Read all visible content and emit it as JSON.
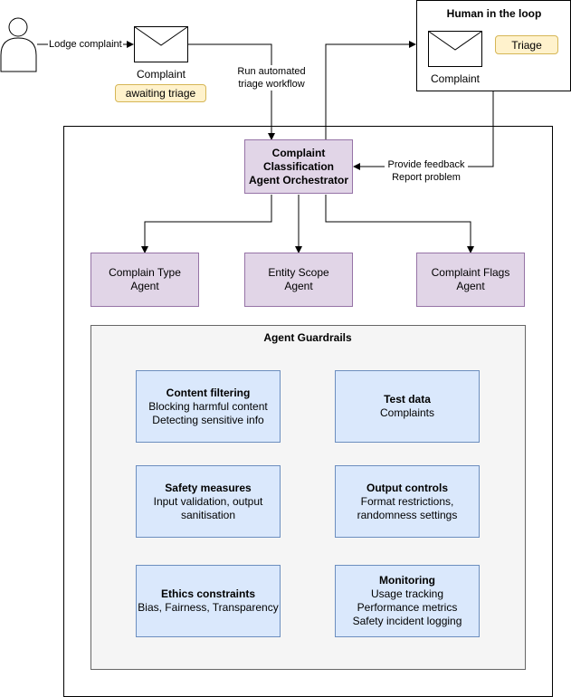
{
  "actor": {
    "icon": "user-icon",
    "edge_label": "Lodge complaint"
  },
  "complaint": {
    "icon": "envelope-icon",
    "label": "Complaint",
    "status": "awaiting triage"
  },
  "edge_triage_workflow": [
    "Run automated",
    "triage workflow"
  ],
  "human_loop": {
    "title": "Human in the loop",
    "envelope_label": "Complaint",
    "badge": "Triage"
  },
  "edge_feedback": [
    "Provide feedback",
    "Report problem"
  ],
  "orchestrator": [
    "Complaint",
    "Classification",
    "Agent Orchestrator"
  ],
  "agents": [
    {
      "line1": "Complain Type",
      "line2": "Agent"
    },
    {
      "line1": "Entity Scope",
      "line2": "Agent"
    },
    {
      "line1": "Complaint Flags",
      "line2": "Agent"
    }
  ],
  "guardrails": {
    "title": "Agent Guardrails",
    "items": [
      {
        "title": "Content filtering",
        "lines": [
          "Blocking harmful content",
          "Detecting sensitive info"
        ]
      },
      {
        "title": "Test data",
        "lines": [
          "Complaints"
        ]
      },
      {
        "title": "Safety measures",
        "lines": [
          "Input validation, output",
          "sanitisation"
        ]
      },
      {
        "title": "Output controls",
        "lines": [
          "Format restrictions,",
          "randomness settings"
        ]
      },
      {
        "title": "Ethics constraints",
        "lines": [
          "Bias, Fairness, Transparency"
        ]
      },
      {
        "title": "Monitoring",
        "lines": [
          "Usage tracking",
          "Performance metrics",
          "Safety incident logging"
        ]
      }
    ]
  },
  "colors": {
    "agent_fill": "#e1d5e7",
    "agent_stroke": "#9673a6",
    "guard_fill": "#dae8fc",
    "guard_stroke": "#6c8ebf",
    "badge_fill": "#fff2cc",
    "badge_stroke": "#d6b656",
    "panel_fill": "#f5f5f5",
    "panel_stroke": "#666666"
  }
}
